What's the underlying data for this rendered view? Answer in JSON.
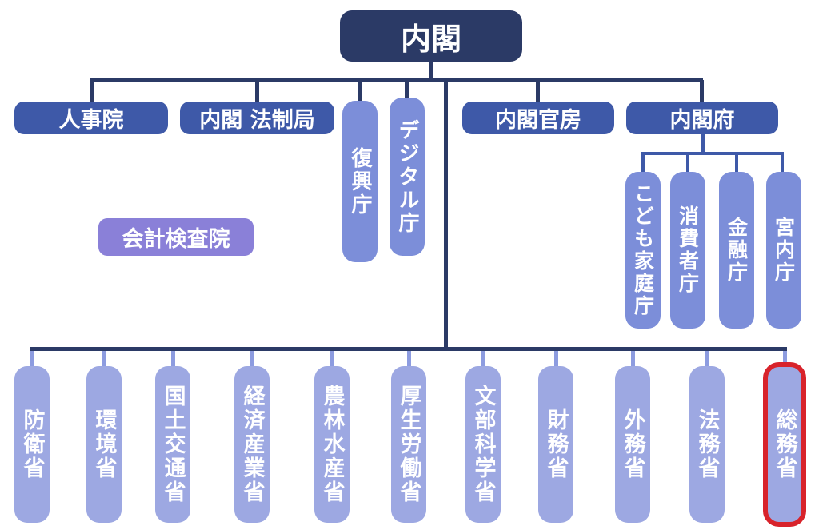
{
  "chart_title": "内閣",
  "colors": {
    "top_box": "#2b3a66",
    "secondary_box": "#3e59a8",
    "agency_box": "#7c8ed9",
    "ministry_box": "#9da8e2",
    "audit_box": "#8a80d8",
    "highlight_outline": "#d8232b",
    "background": "#ffffff"
  },
  "nodes": {
    "cabinet": {
      "label": "内閣"
    },
    "jinjiin": {
      "label": "人事院"
    },
    "hoseikyoku": {
      "label": "内閣 法制局"
    },
    "fukkocho": {
      "label": "復興庁"
    },
    "digitalcho": {
      "label": "デジタル庁"
    },
    "kanbo": {
      "label": "内閣官房"
    },
    "naikakufu": {
      "label": "内閣府"
    },
    "kaikeikensain": {
      "label": "会計検査院"
    },
    "kodomo": {
      "label": "こども家庭庁"
    },
    "shohishacho": {
      "label": "消費者庁"
    },
    "kinyucho": {
      "label": "金融庁"
    },
    "kunaicho": {
      "label": "宮内庁"
    },
    "boeisho": {
      "label": "防衛省"
    },
    "kankyosho": {
      "label": "環境省"
    },
    "kokudokotsusho": {
      "label": "国土交通省"
    },
    "keizaisangyosho": {
      "label": "経済産業省"
    },
    "norinsuisansho": {
      "label": "農林水産省"
    },
    "koseirodosho": {
      "label": "厚生労働省"
    },
    "monbukagakusho": {
      "label": "文部科学省"
    },
    "zaimusho": {
      "label": "財務省"
    },
    "gaimusho": {
      "label": "外務省"
    },
    "homusho": {
      "label": "法務省"
    },
    "somusho": {
      "label": "総務省",
      "highlighted": true
    }
  }
}
